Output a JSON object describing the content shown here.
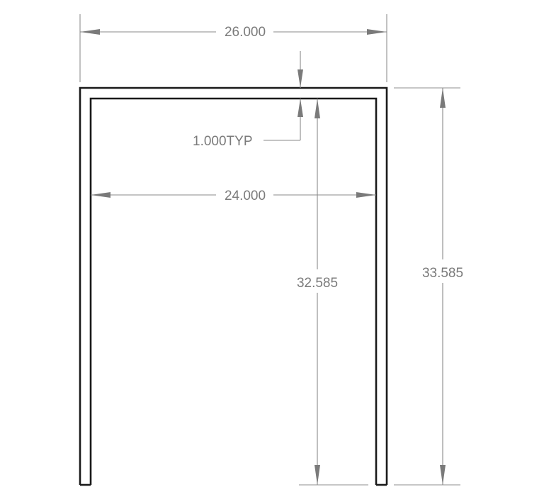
{
  "drawing": {
    "dimensions": {
      "overall_width": "26.000",
      "inner_width": "24.000",
      "thickness_note": "1.000TYP",
      "inner_height": "32.585",
      "overall_height": "33.585"
    }
  }
}
